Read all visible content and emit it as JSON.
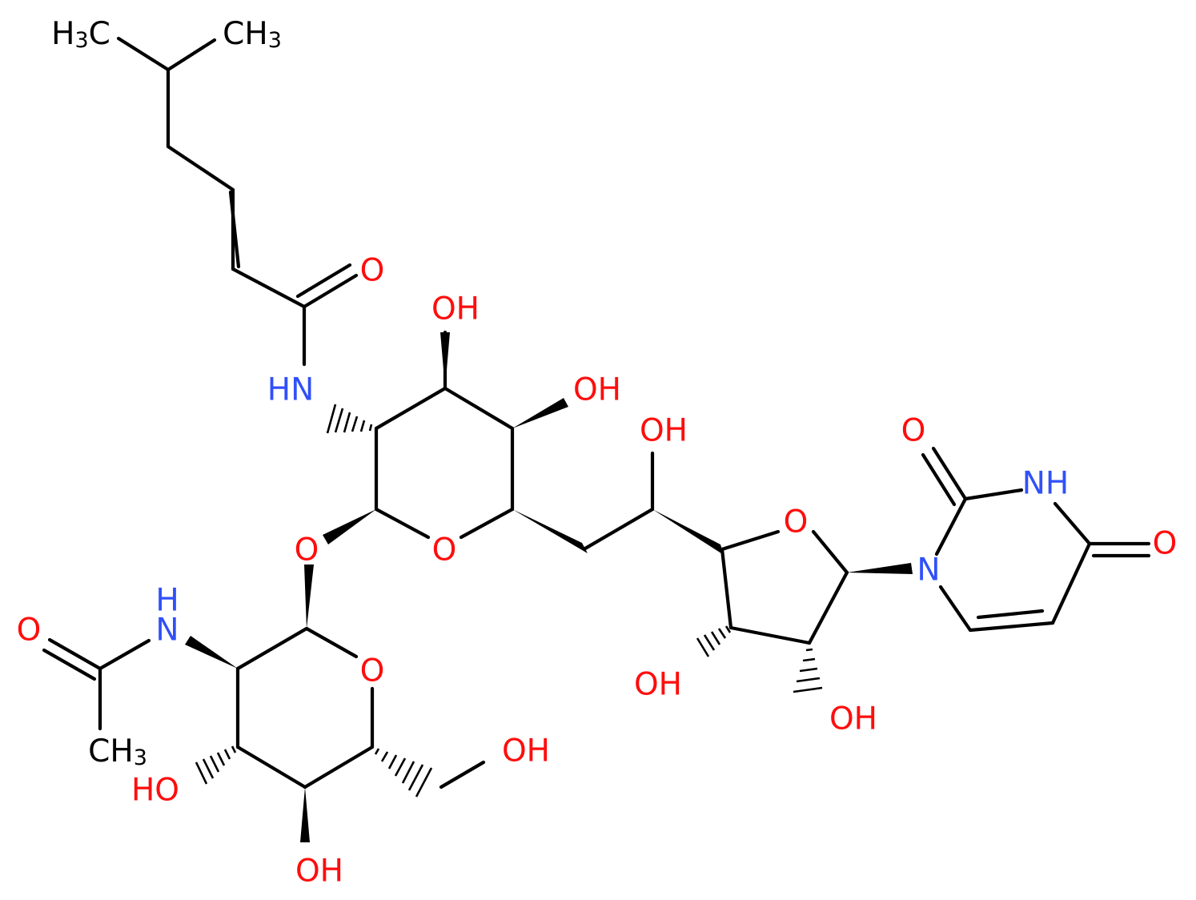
{
  "molecule": {
    "labels": {
      "o_amide": "O",
      "nh_amide": "HN",
      "oh_galn_3": "OH",
      "oh_galn_4": "OH",
      "o_ring_galn": "O",
      "o_glycosidic": "O",
      "oh_side": "OH",
      "o_ribose": "O",
      "n1_uracil": "N",
      "o2_uracil": "O",
      "nh3_uracil": "NH",
      "o4_uracil": "O",
      "oh_ribose_2": "OH",
      "oh_ribose_3": "OH",
      "nh_glcnac": "N",
      "nh_glcnac_h": "H",
      "o_acetyl": "O",
      "o_ring_glcnac": "O",
      "oh_glcnac_3": "HO",
      "oh_glcnac_4": "OH",
      "oh_glcnac_6": "OH",
      "ch3_left": "H",
      "ch3_left_sub": "3",
      "ch3_left_c": "C",
      "ch3_right": "CH",
      "ch3_right_sub": "3",
      "ch3_acetyl": "CH",
      "ch3_acetyl_sub": "3"
    },
    "colors": {
      "carbon": "#000000",
      "oxygen": "#ff0d0d",
      "nitrogen": "#3050f8"
    }
  }
}
